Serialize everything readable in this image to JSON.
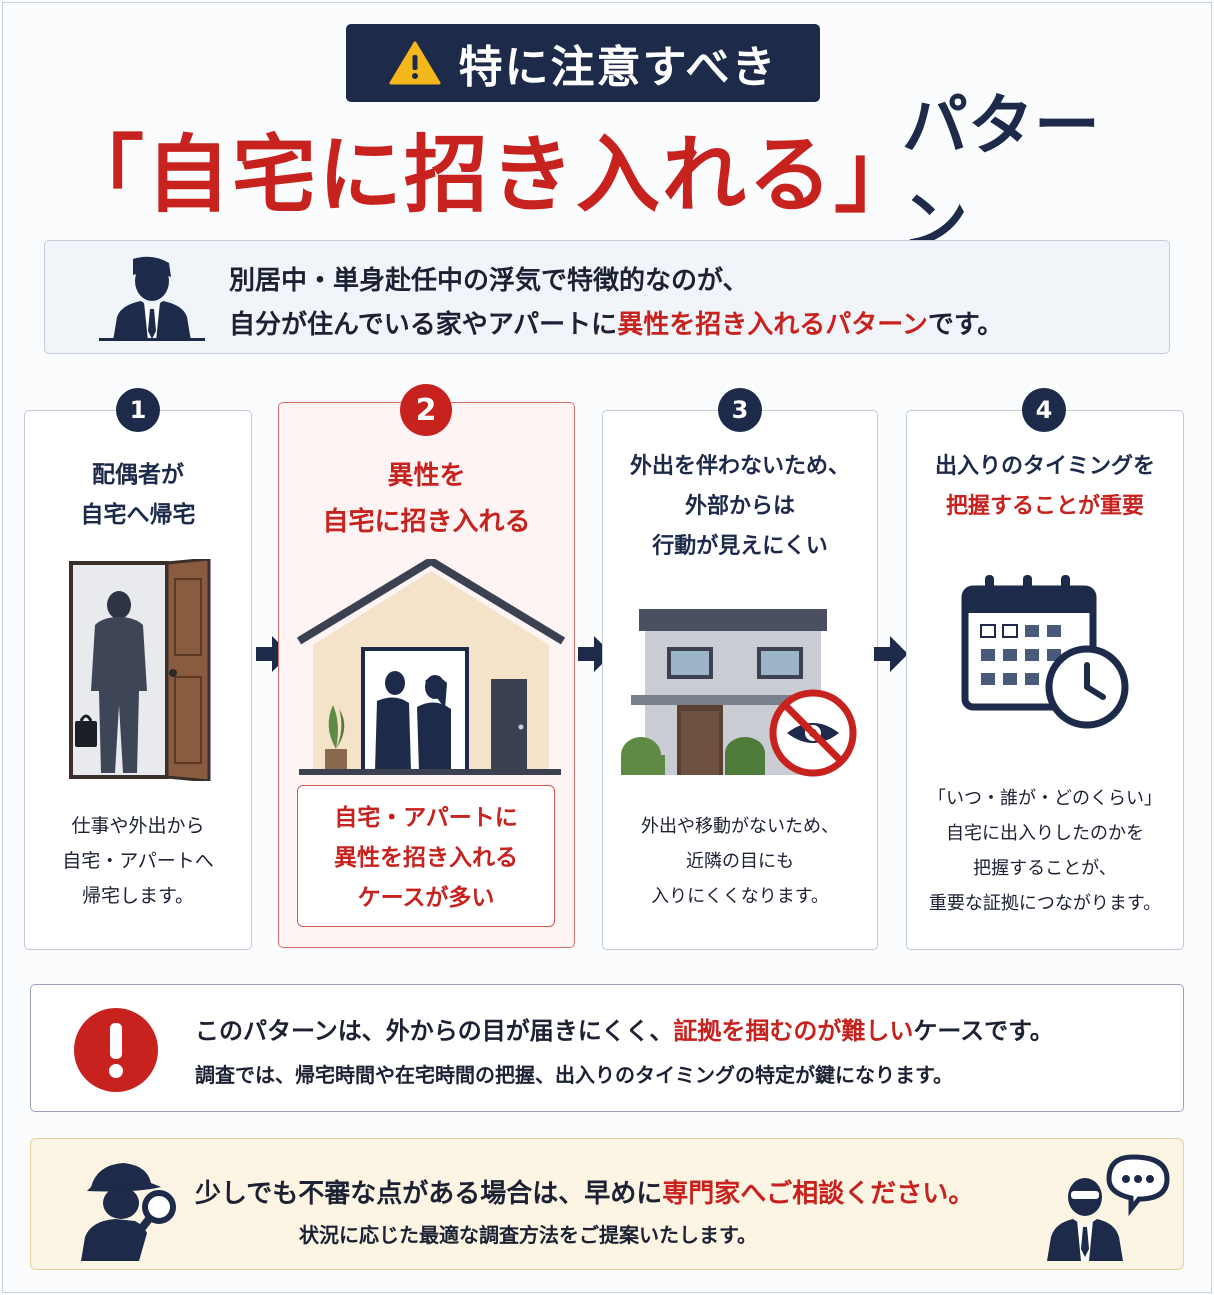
{
  "header": {
    "badge_text": "特に注意すべき",
    "title_red": "「自宅に招き入れる」",
    "title_navy": "パターン"
  },
  "intro": {
    "line1": "別居中・単身赴任中の浮気で特徴的なのが、",
    "line2_pre": "自分が住んでいる家やアパートに",
    "line2_highlight": "異性を招き入れるパターン",
    "line2_post": "です。"
  },
  "steps": [
    {
      "number": "1",
      "title_lines": [
        "配偶者が",
        "自宅へ帰宅"
      ],
      "body_lines": [
        "仕事や外出から",
        "自宅・アパートへ",
        "帰宅します。"
      ]
    },
    {
      "number": "2",
      "title_lines": [
        "異性を",
        "自宅に招き入れる"
      ],
      "callout_lines": [
        "自宅・アパートに",
        "異性を招き入れる",
        "ケースが多い"
      ]
    },
    {
      "number": "3",
      "title_lines": [
        "外出を伴わないため、",
        "外部からは",
        "行動が見えにくい"
      ],
      "body_lines": [
        "外出や移動がないため、",
        "近隣の目にも",
        "入りにくくなります。"
      ]
    },
    {
      "number": "4",
      "title_lines": [
        "出入りのタイミングを"
      ],
      "title_highlight": "把握することが重要",
      "body_lines": [
        "「いつ・誰が・どのくらい」",
        "自宅に出入りしたのかを",
        "把握することが、",
        "重要な証拠につながります。"
      ]
    }
  ],
  "notice": {
    "line1_pre": "このパターンは、外からの目が届きにくく、",
    "line1_highlight": "証拠を掴むのが難しい",
    "line1_post": "ケースです。",
    "line2": "調査では、帰宅時間や在宅時間の把握、出入りのタイミングの特定が鍵になります。"
  },
  "footer": {
    "line1_pre": "少しでも不審な点がある場合は、早めに",
    "line1_highlight": "専門家へご相談ください。",
    "line2": "状況に応じた最適な調査方法をご提案いたします。"
  },
  "colors": {
    "navy": "#1d2a4a",
    "red": "#c8221f",
    "intro_bg": "#f1f5f9",
    "highlight_card_bg": "#fdf4f3",
    "footer_bg": "#fdf5e4"
  },
  "icons": [
    "warning-icon",
    "businessman-icon",
    "door-person-icon",
    "house-couple-icon",
    "house-no-eye-icon",
    "calendar-clock-icon",
    "arrow-right-icon",
    "exclamation-icon",
    "detective-icon",
    "consultant-chat-icon"
  ]
}
